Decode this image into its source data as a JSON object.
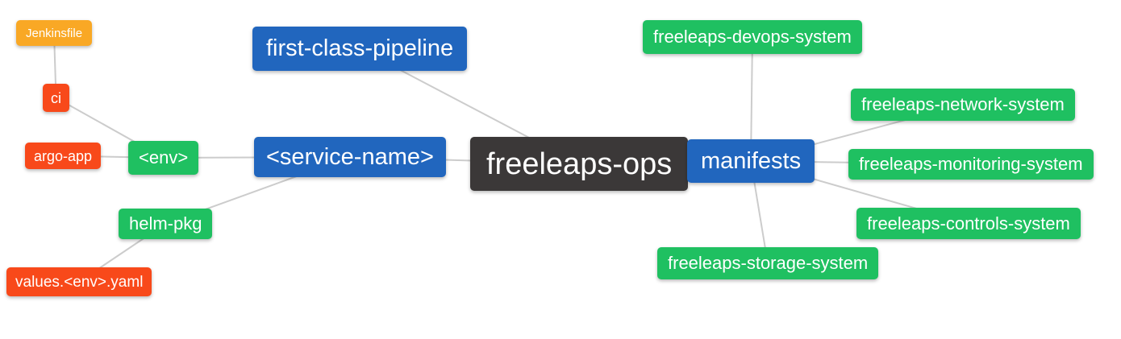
{
  "diagram": {
    "type": "mindmap",
    "root_label": "freeleaps-ops",
    "colors": {
      "blue": "#2166BE",
      "dark": "#3B3838",
      "green": "#1FC061",
      "orange": "#F9A825",
      "red": "#F8491A",
      "edge": "#CCCCCC",
      "background": "#FFFFFF",
      "text": "#FFFFFF"
    },
    "nodes": {
      "jenkinsfile": {
        "label": "Jenkinsfile",
        "color": "orange"
      },
      "ci": {
        "label": "ci",
        "color": "red"
      },
      "argo_app": {
        "label": "argo-app",
        "color": "red"
      },
      "env": {
        "label": "<env>",
        "color": "green"
      },
      "helm_pkg": {
        "label": "helm-pkg",
        "color": "green"
      },
      "values_env_yaml": {
        "label": "values.<env>.yaml",
        "color": "red"
      },
      "first_class_pipeline": {
        "label": "first-class-pipeline",
        "color": "blue"
      },
      "service_name": {
        "label": "<service-name>",
        "color": "blue"
      },
      "freeleaps_ops": {
        "label": "freeleaps-ops",
        "color": "dark"
      },
      "manifests": {
        "label": "manifests",
        "color": "blue"
      },
      "devops_system": {
        "label": "freeleaps-devops-system",
        "color": "green"
      },
      "network_system": {
        "label": "freeleaps-network-system",
        "color": "green"
      },
      "monitoring_system": {
        "label": "freeleaps-monitoring-system",
        "color": "green"
      },
      "controls_system": {
        "label": "freeleaps-controls-system",
        "color": "green"
      },
      "storage_system": {
        "label": "freeleaps-storage-system",
        "color": "green"
      }
    },
    "edges": [
      [
        "jenkinsfile",
        "ci"
      ],
      [
        "ci",
        "env"
      ],
      [
        "argo_app",
        "env"
      ],
      [
        "env",
        "service_name"
      ],
      [
        "helm_pkg",
        "service_name"
      ],
      [
        "values_env_yaml",
        "helm_pkg"
      ],
      [
        "first_class_pipeline",
        "freeleaps_ops"
      ],
      [
        "service_name",
        "freeleaps_ops"
      ],
      [
        "freeleaps_ops",
        "manifests"
      ],
      [
        "manifests",
        "devops_system"
      ],
      [
        "manifests",
        "network_system"
      ],
      [
        "manifests",
        "monitoring_system"
      ],
      [
        "manifests",
        "controls_system"
      ],
      [
        "manifests",
        "storage_system"
      ]
    ]
  }
}
